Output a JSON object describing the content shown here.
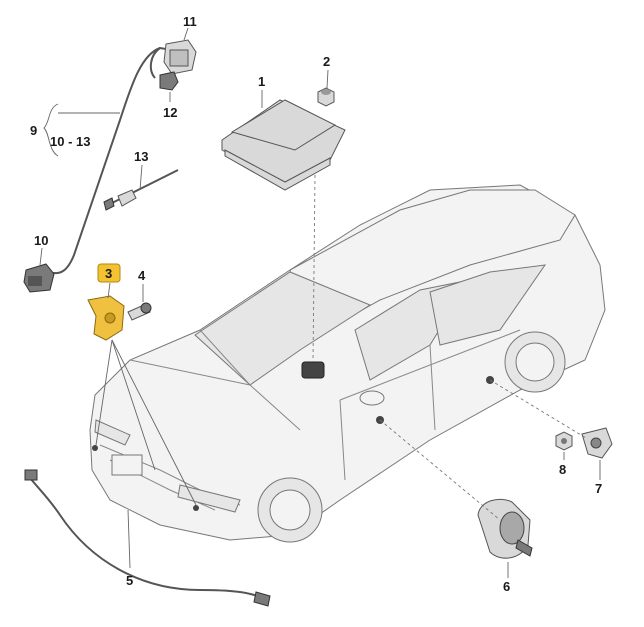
{
  "diagram": {
    "callouts": {
      "c1": "1",
      "c2": "2",
      "c3": "3",
      "c4": "4",
      "c5": "5",
      "c6": "6",
      "c7": "7",
      "c8": "8",
      "c9": "9",
      "c9_range": "10 - 13",
      "c10": "10",
      "c11": "11",
      "c12": "12",
      "c13": "13"
    },
    "colors": {
      "highlight_badge": "#f2c230",
      "highlight_part": "#f0c040",
      "part_gray": "#d9d9d9",
      "line": "#666666"
    }
  }
}
